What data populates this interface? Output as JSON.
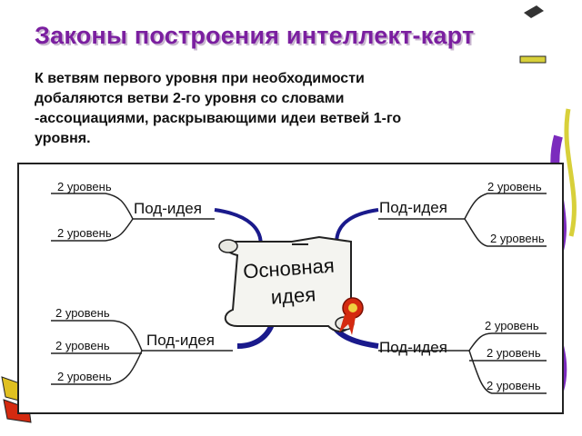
{
  "title": "Законы построения интеллект-карт",
  "description_lines": [
    "К ветвям первого уровня при необходимости",
    "добаляются ветви 2-го уровня со словами",
    "-ассоциациями, раскрывающими идеи ветвей 1-го",
    "уровня."
  ],
  "diagram": {
    "central_lines": [
      "Основная",
      "идея"
    ],
    "branches": [
      {
        "label": "Под-идея",
        "sub": [
          "2 уровень",
          "2 уровень"
        ]
      },
      {
        "label": "Под-идея",
        "sub": [
          "2 уровень",
          "2 уровень"
        ]
      },
      {
        "label": "Под-идея",
        "sub": [
          "2 уровень",
          "2 уровень",
          "2 уровень"
        ]
      },
      {
        "label": "Под-идея",
        "sub": [
          "2 уровень",
          "2 уровень",
          "2 уровень"
        ]
      }
    ]
  },
  "colors": {
    "title": "#7b1fa0",
    "branch_curve": "#1a1a8c",
    "scroll_fill": "#f4f4f0",
    "seal": "#d42a10",
    "deco_purple": "#7b2bbd"
  }
}
